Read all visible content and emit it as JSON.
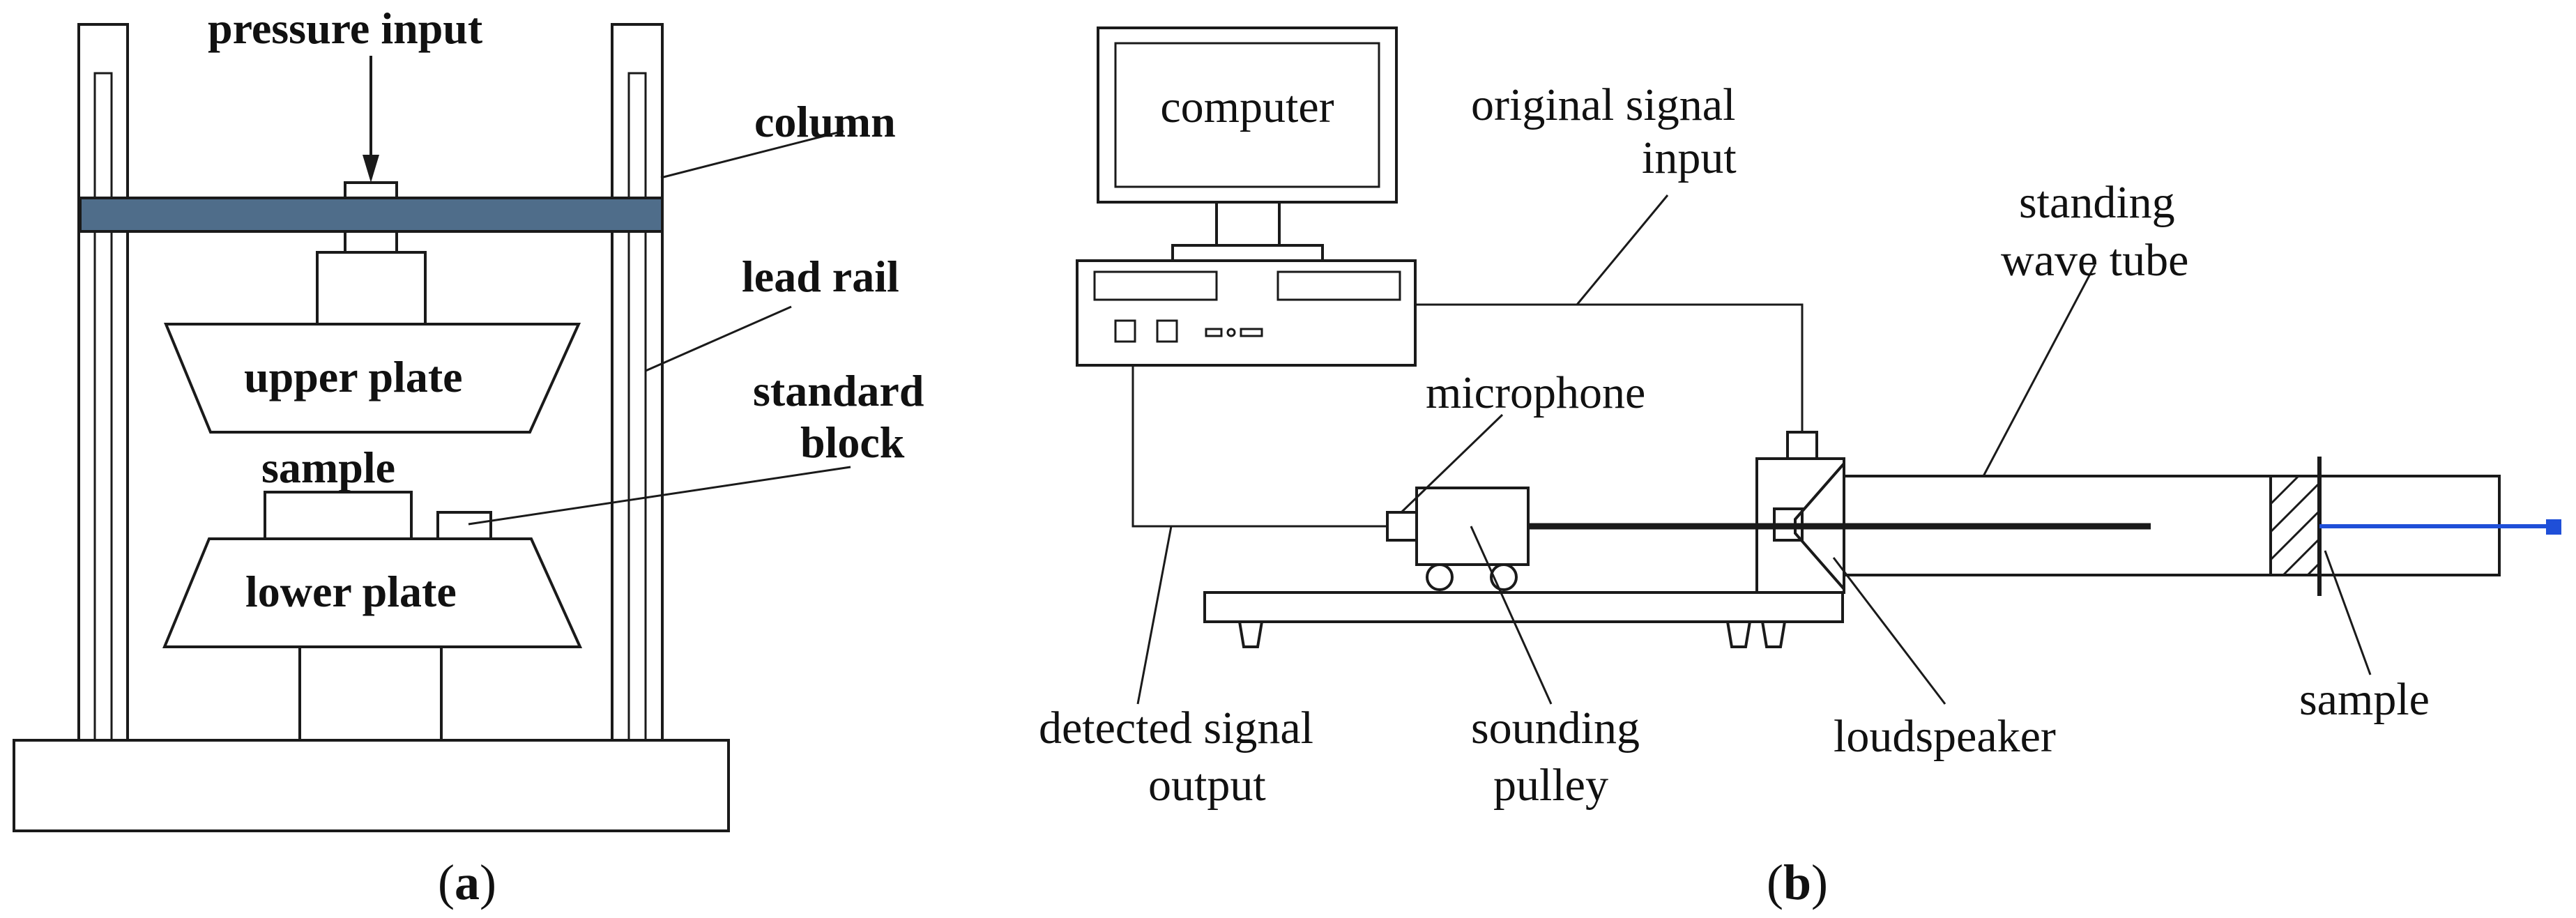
{
  "panel_a": {
    "caption_letter": "a",
    "labels": {
      "pressure_input": "pressure input",
      "column": "column",
      "lead_rail": "lead rail",
      "upper_plate": "upper plate",
      "standard_block_line1": "standard",
      "standard_block_line2": "block",
      "sample": "sample",
      "lower_plate": "lower plate"
    }
  },
  "panel_b": {
    "caption_letter": "b",
    "labels": {
      "computer": "computer",
      "original_signal_line1": "original  signal",
      "original_signal_line2": "input",
      "standing_wave_line1": "standing",
      "standing_wave_line2": "wave  tube",
      "microphone": "microphone",
      "detected_signal_line1": "detected signal",
      "detected_signal_line2": "output",
      "sounding_pulley_line1": "sounding",
      "sounding_pulley_line2": "pulley",
      "loudspeaker": "loudspeaker",
      "sample": "sample"
    }
  },
  "colors": {
    "crossbeam": "#4f6d8a",
    "rod": "#1f4fd8",
    "ink": "#1a1a1a"
  }
}
